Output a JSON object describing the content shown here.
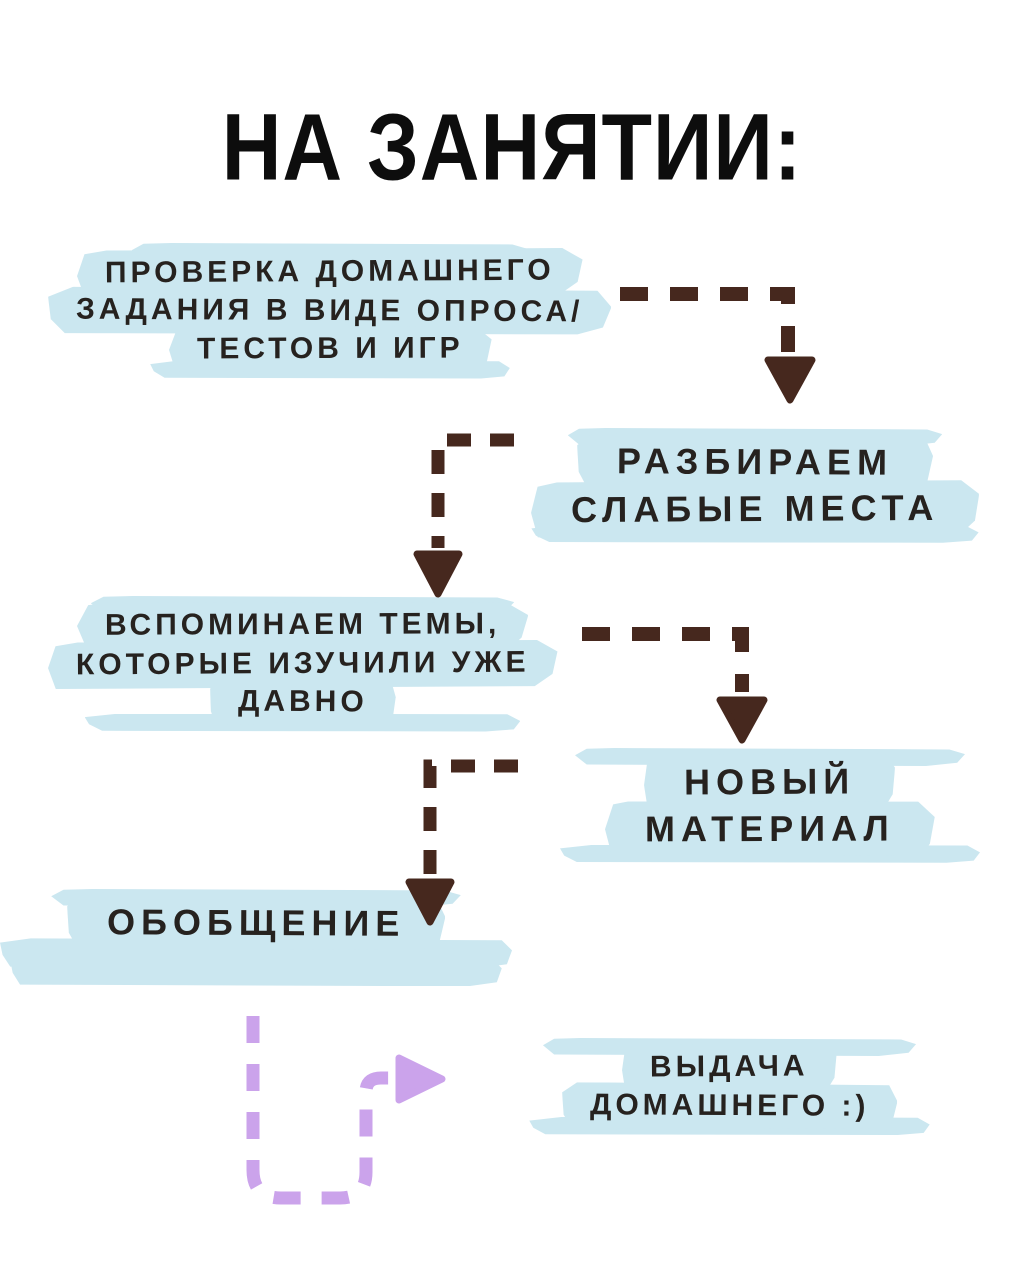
{
  "page": {
    "title": "НА ЗАНЯТИИ:"
  },
  "colors": {
    "background": "#ffffff",
    "highlight_blue": "#cbe7f0",
    "arrow_brown": "#46281e",
    "arrow_purple": "#cba3eb",
    "text_dark": "#26221f",
    "title_black": "#0d0d0d"
  },
  "steps": [
    {
      "id": "homework-check",
      "lines": [
        "ПРОВЕРКА ДОМАШНЕГО",
        "ЗАДАНИЯ В ВИДЕ ОПРОСА/",
        "ТЕСТОВ И ИГР"
      ]
    },
    {
      "id": "weak-spots",
      "lines": [
        "РАЗБИРАЕМ",
        "СЛАБЫЕ МЕСТА"
      ]
    },
    {
      "id": "recall-topics",
      "lines": [
        "ВСПОМИНАЕМ ТЕМЫ,",
        "КОТОРЫЕ ИЗУЧИЛИ УЖЕ",
        "ДАВНО"
      ]
    },
    {
      "id": "new-material",
      "lines": [
        "НОВЫЙ",
        "МАТЕРИАЛ"
      ]
    },
    {
      "id": "summary",
      "lines": [
        "ОБОБЩЕНИЕ"
      ]
    },
    {
      "id": "homework-assign",
      "lines": [
        "ВЫДАЧА",
        "ДОМАШНЕГО :)"
      ]
    }
  ],
  "arrows": [
    {
      "id": "homework-check-to-weak-spots",
      "style": "dashed",
      "color": "#46281e",
      "direction": "right-then-down"
    },
    {
      "id": "weak-spots-to-recall-topics",
      "style": "dashed",
      "color": "#46281e",
      "direction": "left-then-down"
    },
    {
      "id": "recall-topics-to-new-material",
      "style": "dashed",
      "color": "#46281e",
      "direction": "right-then-down"
    },
    {
      "id": "new-material-to-summary",
      "style": "dashed",
      "color": "#46281e",
      "direction": "left-then-down"
    },
    {
      "id": "summary-to-homework-assign",
      "style": "dashed",
      "color": "#cba3eb",
      "direction": "down-u-turn-right"
    }
  ]
}
